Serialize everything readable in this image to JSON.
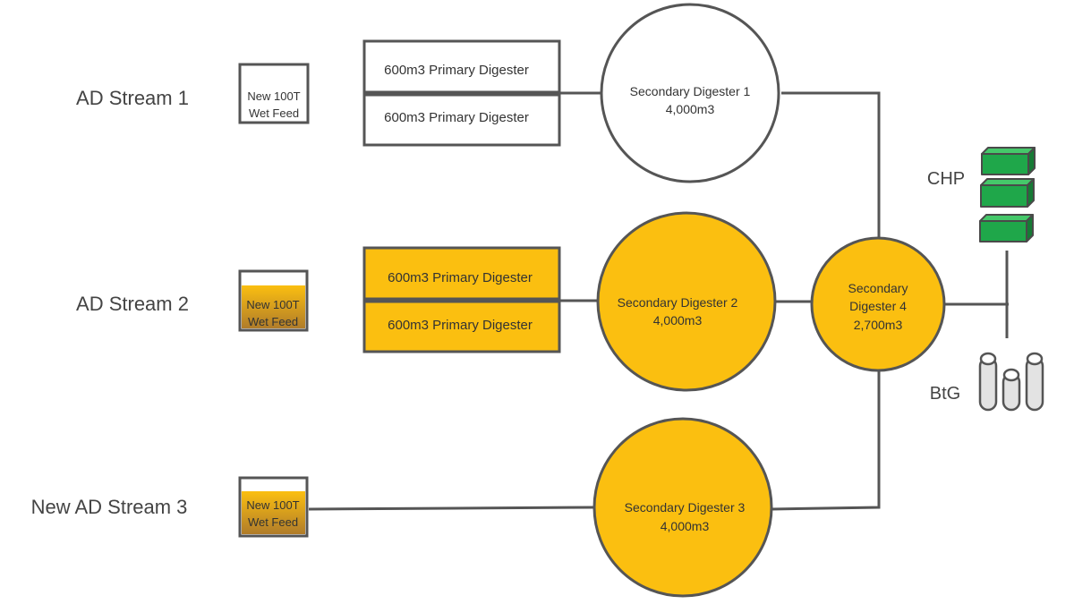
{
  "streams": [
    {
      "label": "AD Stream 1"
    },
    {
      "label": "AD Stream 2"
    },
    {
      "label": "New AD Stream 3"
    }
  ],
  "feeds": [
    {
      "line1": "New 100T",
      "line2": "Wet Feed"
    },
    {
      "line1": "New 100T",
      "line2": "Wet Feed"
    },
    {
      "line1": "New 100T",
      "line2": "Wet Feed"
    }
  ],
  "primary": [
    {
      "label": "600m3 Primary Digester"
    },
    {
      "label": "600m3 Primary Digester"
    },
    {
      "label": "600m3 Primary Digester"
    },
    {
      "label": "600m3 Primary Digester"
    }
  ],
  "secondary": [
    {
      "line1": "Secondary Digester 1",
      "line2": "4,000m3"
    },
    {
      "line1": "Secondary Digester 2",
      "line2": "4,000m3"
    },
    {
      "line1": "Secondary Digester 3",
      "line2": "4,000m3"
    },
    {
      "line1": "Secondary",
      "line2": "Digester 4",
      "line3": "2,700m3"
    }
  ],
  "outputs": {
    "chp": "CHP",
    "btg": "BtG"
  },
  "colors": {
    "active": "#FBBF10",
    "idle": "#FFFFFF",
    "stroke": "#555555",
    "text": "#444444",
    "chp": "#1FA74A",
    "btg": "#E3E3E3"
  }
}
